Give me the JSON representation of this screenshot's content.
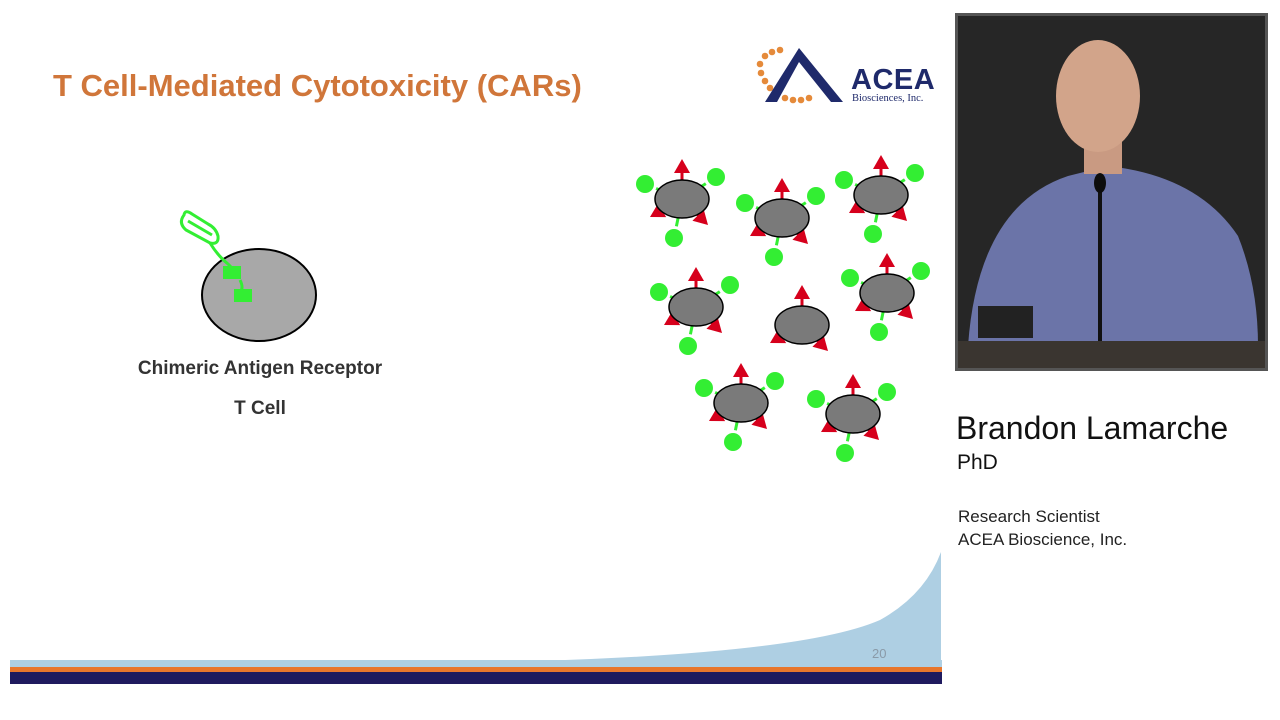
{
  "slide": {
    "title": "T Cell-Mediated Cytotoxicity (CARs)",
    "logo_name": "ACEA",
    "logo_sub": "Biosciences, Inc.",
    "car_label_line1": "Chimeric Antigen Receptor",
    "car_label_line2": "T Cell",
    "page_number": "20"
  },
  "speaker": {
    "name": "Brandon Lamarche",
    "degree": "PhD",
    "role": "Research Scientist",
    "organization": "ACEA Bioscience, Inc."
  },
  "colors": {
    "title": "#d0763a",
    "logo": "#1f2a6b",
    "logo_dots": "#e58a3a",
    "cell_gray": "#7a7a7a",
    "tcell_gray": "#a8a8a8",
    "receptor_green": "#33ee33",
    "antigen_red": "#d6001c",
    "stripe_blue": "#aecfe3",
    "stripe_orange": "#e8762c",
    "stripe_navy": "#1f1a5e"
  }
}
